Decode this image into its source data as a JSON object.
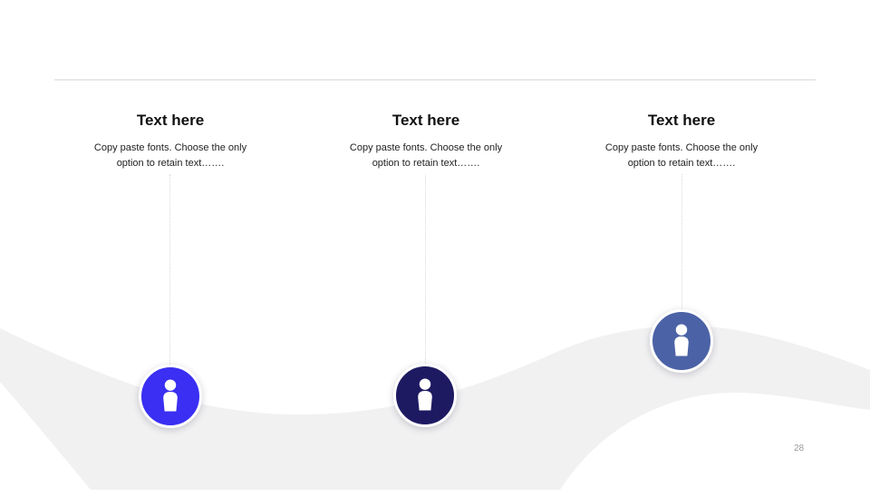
{
  "slide": {
    "page_number": "28",
    "background_color": "#ffffff",
    "wave_color": "#f1f1f2",
    "divider_color": "#e8e8e8",
    "connector_color": "#d9d9d9"
  },
  "steps": [
    {
      "title": "Text here",
      "body": "Copy paste fonts. Choose the only option to retain text…….",
      "marker_color": "#3a2ff2",
      "icon": "person-icon"
    },
    {
      "title": "Text here",
      "body": "Copy paste fonts. Choose the only option to retain text…….",
      "marker_color": "#1e1a62",
      "icon": "person-icon"
    },
    {
      "title": "Text here",
      "body": "Copy paste fonts. Choose the only option to retain text…….",
      "marker_color": "#4b62a6",
      "icon": "person-icon"
    }
  ]
}
